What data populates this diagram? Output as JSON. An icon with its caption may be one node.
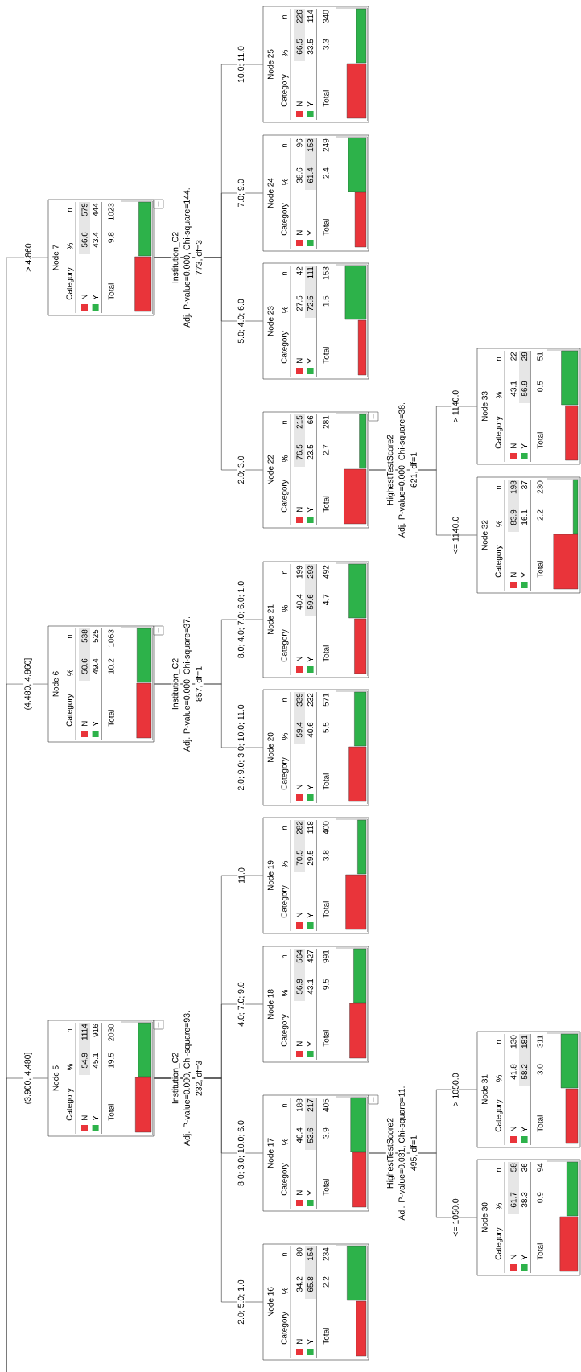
{
  "diagram": {
    "nodes": [
      {
        "text": [
          "Node 7",
          "Category",
          "%",
          "n",
          "N",
          "56.6",
          "579",
          "Y",
          "43.4",
          "444",
          "Total",
          "9.8",
          "1023"
        ],
        "beside": [
          "Institution_C2",
          "Adj. P-value=0.000, Chi-square=144.",
          "773, df=3"
        ]
      },
      {
        "text": [
          "Node 6",
          "Category",
          "%",
          "n",
          "N",
          "50.6",
          "538",
          "Y",
          "49.4",
          "525",
          "Total",
          "10.2",
          "1063"
        ],
        "beside": [
          "Institution_C2",
          "Adj. P-value=0.000, Chi-square=37.",
          "857, df=1"
        ]
      },
      {
        "text": [
          "Node 5",
          "Category",
          "%",
          "n",
          "N",
          "54.9",
          "1114",
          "Y",
          "45.1",
          "916",
          "Total",
          "19.5",
          "2030"
        ],
        "beside": [
          "Institution_C2",
          "Adj. P-value=0.000, Chi-square=93.",
          "232, df=3"
        ]
      },
      {
        "text": [
          "Node 25",
          "Category",
          "%",
          "n",
          "N",
          "66.5",
          "226",
          "Y",
          "33.5",
          "114",
          "Total",
          "3.3",
          "340"
        ]
      },
      {
        "text": [
          "Node 24",
          "Category",
          "%",
          "n",
          "N",
          "38.6",
          "96",
          "Y",
          "61.4",
          "153",
          "Total",
          "2.4",
          "249"
        ]
      },
      {
        "text": [
          "Node 23",
          "Category",
          "%",
          "n",
          "N",
          "27.5",
          "42",
          "Y",
          "72.5",
          "111",
          "Total",
          "1.5",
          "153"
        ]
      },
      {
        "text": [
          "Node 22",
          "Category",
          "%",
          "n",
          "N",
          "76.5",
          "215",
          "Y",
          "23.5",
          "66",
          "Total",
          "2.7",
          "281"
        ],
        "beside": [
          "HighestTestScore2",
          "Adj. P-value=0.000, Chi-square=38.",
          "621, df=1"
        ]
      },
      {
        "text": [
          "Node 21",
          "Category",
          "%",
          "n",
          "N",
          "40.4",
          "199",
          "Y",
          "59.6",
          "293",
          "Total",
          "4.7",
          "492"
        ]
      },
      {
        "text": [
          "Node 20",
          "Category",
          "%",
          "n",
          "N",
          "59.4",
          "339",
          "Y",
          "40.6",
          "232",
          "Total",
          "5.5",
          "571"
        ]
      },
      {
        "text": [
          "Node 19",
          "Category",
          "%",
          "n",
          "N",
          "70.5",
          "282",
          "Y",
          "29.5",
          "118",
          "Total",
          "3.8",
          "400"
        ]
      },
      {
        "text": [
          "Node 18",
          "Category",
          "%",
          "n",
          "N",
          "56.9",
          "564",
          "Y",
          "43.1",
          "427",
          "Total",
          "9.5",
          "991"
        ]
      },
      {
        "text": [
          "Node 17",
          "Category",
          "%",
          "n",
          "N",
          "46.4",
          "188",
          "Y",
          "53.6",
          "217",
          "Total",
          "3.9",
          "405"
        ],
        "beside": [
          "HighestTestScore2",
          "Adj. P-value=0.031, Chi-square=11.",
          "495, df=1"
        ]
      },
      {
        "text": [
          "Node 16",
          "Category",
          "%",
          "n",
          "N",
          "34.2",
          "80",
          "Y",
          "65.8",
          "154",
          "Total",
          "2.2",
          "234"
        ]
      },
      {
        "text": [
          "Node 33",
          "Category",
          "%",
          "n",
          "N",
          "43.1",
          "22",
          "Y",
          "56.9",
          "29",
          "Total",
          "0.5",
          "51"
        ]
      },
      {
        "text": [
          "Node 32",
          "Category",
          "%",
          "n",
          "N",
          "83.9",
          "193",
          "Y",
          "16.1",
          "37",
          "Total",
          "2.2",
          "230"
        ]
      },
      {
        "text": [
          "Node 31",
          "Category",
          "%",
          "n",
          "N",
          "41.8",
          "130",
          "Y",
          "58.2",
          "181",
          "Total",
          "3.0",
          "311"
        ]
      },
      {
        "text": [
          "Node 30",
          "Category",
          "%",
          "n",
          "N",
          "61.7",
          "58",
          "Y",
          "38.3",
          "36",
          "Total",
          "0.9",
          "94"
        ]
      }
    ],
    "edges": [
      {
        "from": null,
        "to": 0,
        "arrow": "none",
        "label": "> 4.860"
      },
      {
        "from": null,
        "to": 1,
        "arrow": "none",
        "label": "(4.480, 4.860]"
      },
      {
        "from": null,
        "to": 2,
        "arrow": "none",
        "label": "(3.900, 4.480]"
      },
      {
        "from": 0,
        "to": 3,
        "arrow": "none",
        "label": "10.0; 11.0"
      },
      {
        "from": 0,
        "to": 4,
        "arrow": "none",
        "label": "7.0; 9.0"
      },
      {
        "from": 0,
        "to": 5,
        "arrow": "none",
        "label": "5.0; 4.0; 6.0"
      },
      {
        "from": 0,
        "to": 6,
        "arrow": "none",
        "label": "2.0; 3.0"
      },
      {
        "from": 1,
        "to": 7,
        "arrow": "none",
        "label": "8.0; 4.0; 7.0; 6.0; 1.0"
      },
      {
        "from": 1,
        "to": 8,
        "arrow": "none",
        "label": "2.0; 9.0; 3.0; 10.0; 11.0"
      },
      {
        "from": 2,
        "to": 9,
        "arrow": "none",
        "label": "11.0"
      },
      {
        "from": 2,
        "to": 10,
        "arrow": "none",
        "label": "4.0; 7.0; 9.0"
      },
      {
        "from": 2,
        "to": 11,
        "arrow": "none",
        "label": "8.0; 3.0; 10.0; 6.0"
      },
      {
        "from": 2,
        "to": 12,
        "arrow": "none",
        "label": "2.0; 5.0; 1.0"
      },
      {
        "from": 6,
        "to": 13,
        "arrow": "none",
        "label": "> 1140.0"
      },
      {
        "from": 6,
        "to": 14,
        "arrow": "none",
        "label": "<= 1140.0"
      },
      {
        "from": 11,
        "to": 15,
        "arrow": "none",
        "label": "> 1050.0"
      },
      {
        "from": 11,
        "to": 16,
        "arrow": "none",
        "label": "<= 1050.0"
      }
    ]
  }
}
